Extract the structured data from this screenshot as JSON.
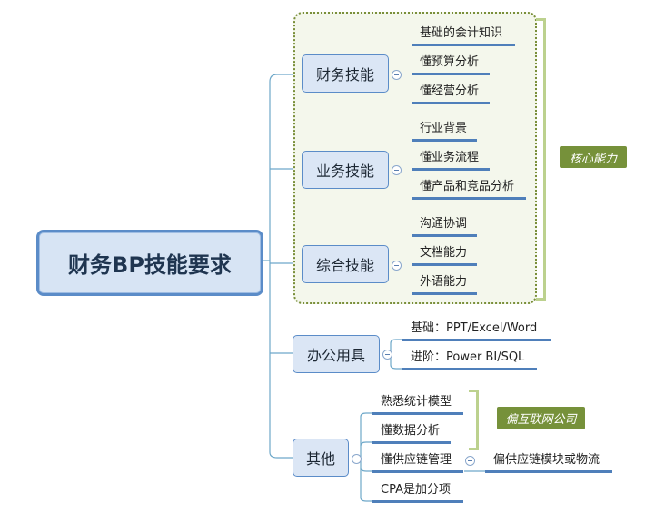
{
  "root": {
    "label": "财务BP技能要求"
  },
  "groups": {
    "core": {
      "label": "核心能力"
    },
    "internet": {
      "label": "偏互联网公司"
    }
  },
  "branches": [
    {
      "label": "财务技能",
      "children": [
        "基础的会计知识",
        "懂预算分析",
        "懂经营分析"
      ]
    },
    {
      "label": "业务技能",
      "children": [
        "行业背景",
        "懂业务流程",
        "懂产品和竞品分析"
      ]
    },
    {
      "label": "综合技能",
      "children": [
        "沟通协调",
        "文档能力",
        "外语能力"
      ]
    },
    {
      "label": "办公用具",
      "children": [
        "基础：PPT/Excel/Word",
        "进阶：Power BI/SQL"
      ]
    },
    {
      "label": "其他",
      "children": [
        "熟悉统计模型",
        "懂数据分析",
        "懂供应链管理",
        "CPA是加分项"
      ]
    }
  ],
  "subchild": {
    "label": "偏供应链模块或物流"
  },
  "colors": {
    "branch_line": "#6ea8c9",
    "underline": "#4f7fba",
    "group_border": "#7a8f3a",
    "tag_bg": "#76913a",
    "bracket": "#bcd18e"
  }
}
